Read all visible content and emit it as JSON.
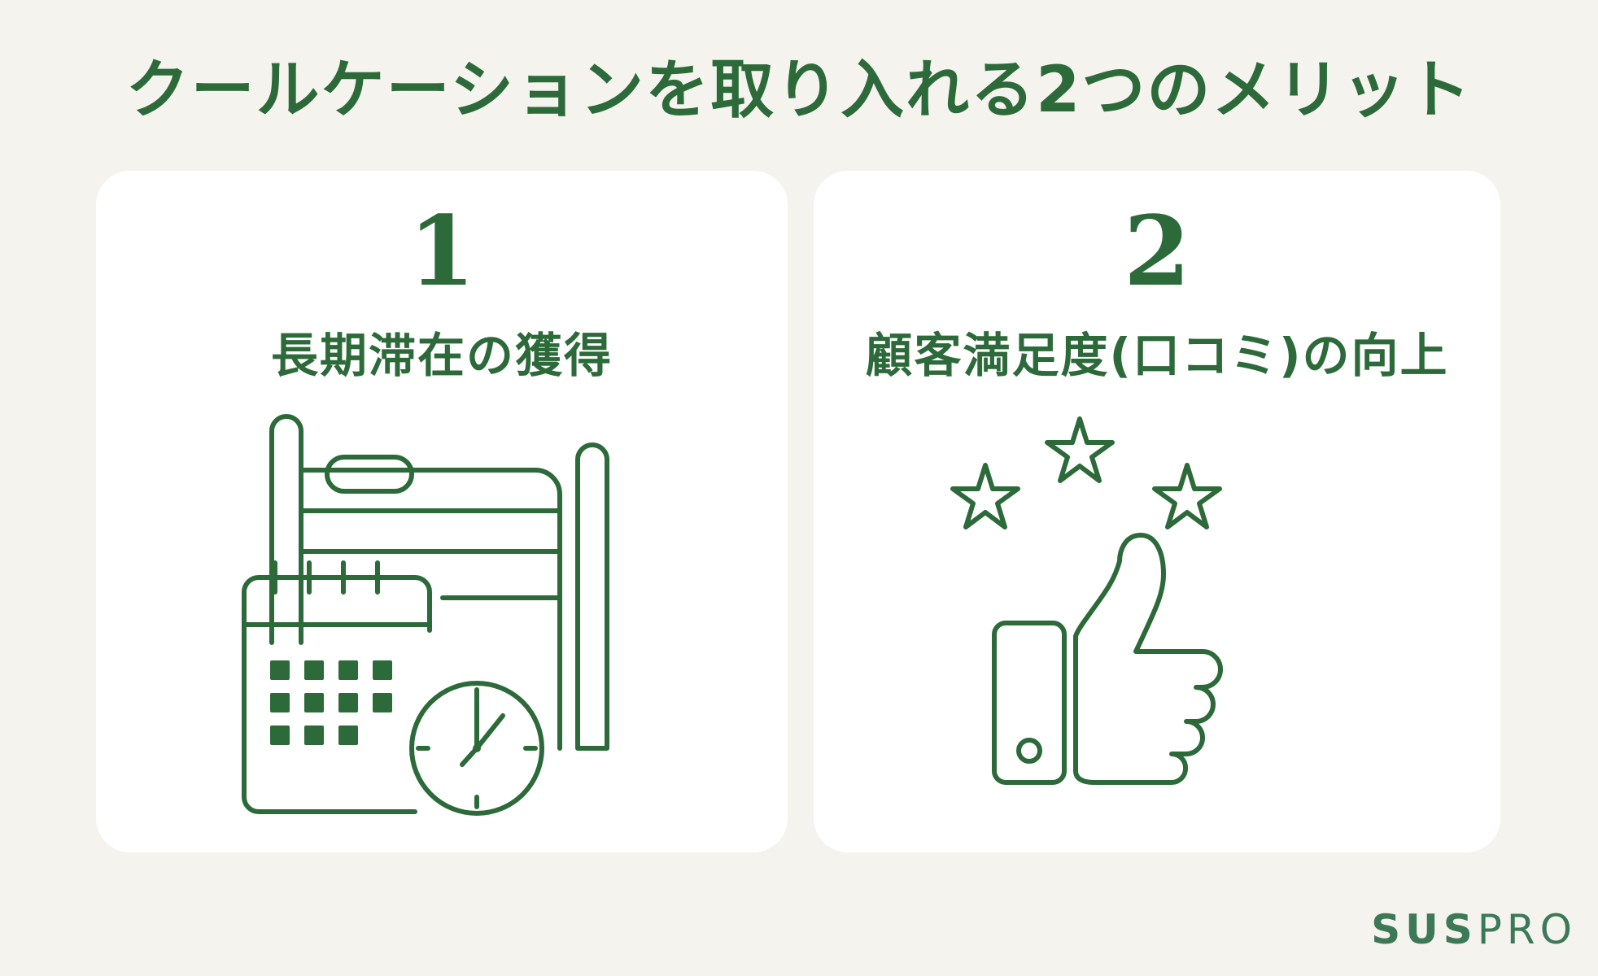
{
  "title": "クールケーションを取り入れる2つのメリット",
  "cards": [
    {
      "number": "1",
      "heading": "長期滞在の獲得",
      "icon": "bed-calendar-clock-icon"
    },
    {
      "number": "2",
      "heading": "顧客満足度(口コミ)の向上",
      "icon": "thumbs-up-stars-icon"
    }
  ],
  "brand": {
    "bold": "SUS",
    "light": "PRO"
  },
  "colors": {
    "accent": "#2d6a3a",
    "background": "#f5f3ee",
    "card": "#ffffff",
    "brand": "#3c7a57"
  }
}
